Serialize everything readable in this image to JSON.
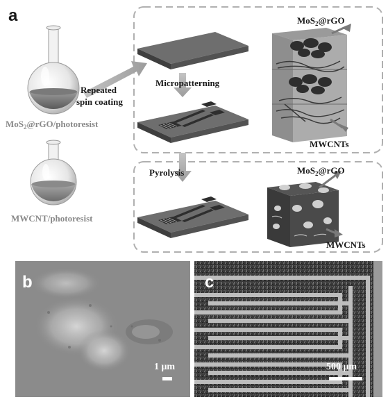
{
  "panel_a": {
    "letter": "a",
    "flask_top": {
      "label_prefix": "MoS",
      "label_sub": "2",
      "label_suffix": "@rGO/photoresist"
    },
    "flask_bottom": {
      "label": "MWCNT/photoresist"
    },
    "step_spin": {
      "line1": "Repeated",
      "line2": "spin coating"
    },
    "step_pattern": "Micropatterning",
    "step_pyrolysis": "Pyrolysis",
    "top_callout_1": {
      "prefix": "MoS",
      "sub": "2",
      "suffix": "@rGO"
    },
    "top_callout_2": "MWCNTs",
    "bottom_callout_1": {
      "prefix": "MoS",
      "sub": "2",
      "suffix": "@rGO"
    },
    "bottom_callout_2": "MWCNTs"
  },
  "panel_b": {
    "letter": "b",
    "scale_label": "1 μm"
  },
  "panel_c": {
    "letter": "c",
    "scale_label": "500 μm"
  }
}
